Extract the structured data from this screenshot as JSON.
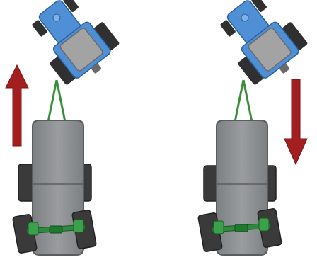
{
  "figure": {
    "panels": [
      {
        "id": "left",
        "arrow_direction": "up",
        "tractor_view": "top"
      },
      {
        "id": "right",
        "arrow_direction": "down",
        "tractor_view": "top"
      }
    ],
    "colors": {
      "arrow_red": "#a31f1f",
      "arrow_red_dark": "#7a1010",
      "tractor_blue": "#4f8fd6",
      "tractor_gray": "#a3a3a3",
      "tractor_dark": "#303030",
      "trailer_body": "#8a8d8f",
      "trailer_edge": "#5a5d60",
      "wheel_dark": "#3a3a3a",
      "axle_green": "#2e8b3e",
      "hitch_green": "#3b8f3b"
    },
    "icons": [
      "arrow-up-icon",
      "arrow-down-icon",
      "tractor-icon",
      "trailer-icon",
      "axle-icon"
    ]
  }
}
